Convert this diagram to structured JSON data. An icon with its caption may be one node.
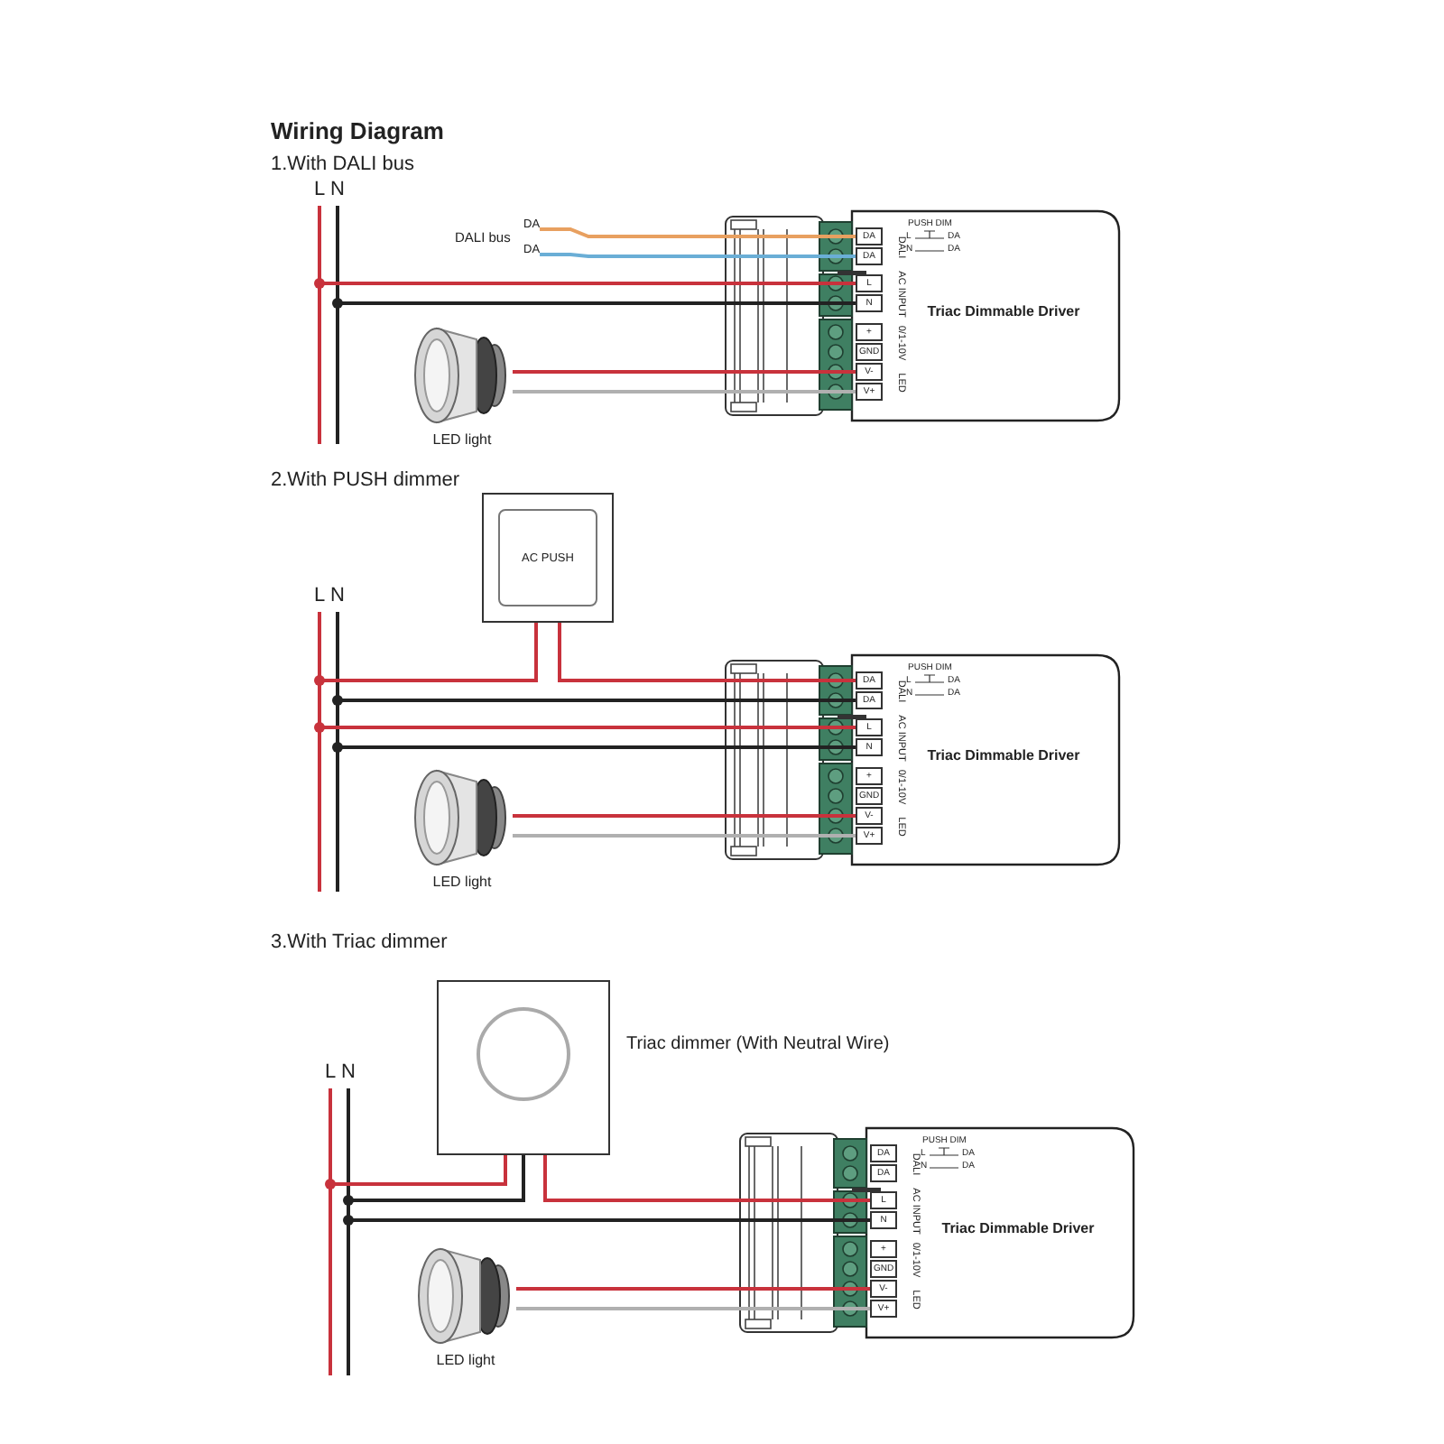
{
  "diagram": {
    "title": "Wiring Diagram",
    "nodes": [
      {
        "text": [
          "L"
        ]
      },
      {
        "text": [
          "N"
        ]
      },
      {
        "text": [
          "DA"
        ]
      },
      {
        "text": [
          "DA"
        ]
      },
      {
        "text": [
          "Triac Dimmable Driver",
          "DALI",
          "AC INPUT",
          "0/1-10V",
          "LED",
          "PUSH DIM",
          "L",
          "N",
          "DA",
          "DA"
        ]
      },
      {
        "text": [
          "DA"
        ],
        "in": 4
      },
      {
        "text": [
          "DA"
        ],
        "in": 4
      },
      {
        "text": [
          "L"
        ],
        "in": 4
      },
      {
        "text": [
          "N"
        ],
        "in": 4
      },
      {
        "text": [
          "+"
        ],
        "in": 4
      },
      {
        "text": [
          "GND"
        ],
        "in": 4
      },
      {
        "text": [
          "V-"
        ],
        "in": 4
      },
      {
        "text": [
          "V+"
        ],
        "in": 4
      },
      {
        "text": [],
        "shape": "picture",
        "beside": [
          "LED light"
        ]
      },
      {
        "text": [
          "AC PUSH"
        ]
      },
      {
        "text": [
          "L"
        ]
      },
      {
        "text": [
          "N"
        ]
      },
      {
        "text": [
          "Triac Dimmable Driver",
          "DALI",
          "AC INPUT",
          "0/1-10V",
          "LED",
          "PUSH DIM",
          "L",
          "N",
          "DA",
          "DA"
        ]
      },
      {
        "text": [
          "DA"
        ],
        "in": 17
      },
      {
        "text": [
          "DA"
        ],
        "in": 17
      },
      {
        "text": [
          "L"
        ],
        "in": 17
      },
      {
        "text": [
          "N"
        ],
        "in": 17
      },
      {
        "text": [
          "+"
        ],
        "in": 17
      },
      {
        "text": [
          "GND"
        ],
        "in": 17
      },
      {
        "text": [
          "V-"
        ],
        "in": 17
      },
      {
        "text": [
          "V+"
        ],
        "in": 17
      },
      {
        "text": [],
        "shape": "picture",
        "beside": [
          "LED light"
        ]
      },
      {
        "text": [],
        "shape": "box",
        "beside": [
          "Triac dimmer (With Neutral Wire)"
        ]
      },
      {
        "text": [
          "L"
        ]
      },
      {
        "text": [
          "N"
        ]
      },
      {
        "text": [
          "Triac Dimmable Driver",
          "DALI",
          "AC INPUT",
          "0/1-10V",
          "LED",
          "PUSH DIM",
          "L",
          "N",
          "DA",
          "DA"
        ]
      },
      {
        "text": [
          "DA"
        ],
        "in": 30
      },
      {
        "text": [
          "DA"
        ],
        "in": 30
      },
      {
        "text": [
          "L"
        ],
        "in": 30
      },
      {
        "text": [
          "N"
        ],
        "in": 30
      },
      {
        "text": [
          "+"
        ],
        "in": 30
      },
      {
        "text": [
          "GND"
        ],
        "in": 30
      },
      {
        "text": [
          "V-"
        ],
        "in": 30
      },
      {
        "text": [
          "V+"
        ],
        "in": 30
      },
      {
        "text": [],
        "shape": "picture",
        "beside": [
          "LED light"
        ]
      }
    ],
    "edges": [
      {
        "from": 2,
        "to": 5,
        "arrow": "none",
        "color": "#e8a060"
      },
      {
        "from": 3,
        "to": 6,
        "arrow": "none",
        "color": "#6aaed6"
      },
      {
        "from": 0,
        "to": 7,
        "arrow": "other"
      },
      {
        "from": 1,
        "to": 8,
        "arrow": "other",
        "color": "#222222"
      },
      {
        "from": 13,
        "to": 11,
        "arrow": "none"
      },
      {
        "from": 13,
        "to": 12,
        "arrow": "none",
        "color": "#b0b0b0"
      },
      {
        "from": 15,
        "to": 14,
        "arrow": "other"
      },
      {
        "from": 14,
        "to": 18,
        "arrow": "none"
      },
      {
        "from": 16,
        "to": 19,
        "arrow": "other",
        "color": "#222222"
      },
      {
        "from": 15,
        "to": 20,
        "arrow": "other"
      },
      {
        "from": 16,
        "to": 21,
        "arrow": "other",
        "color": "#222222"
      },
      {
        "from": 26,
        "to": 24,
        "arrow": "none"
      },
      {
        "from": 26,
        "to": 25,
        "arrow": "none",
        "color": "#b0b0b0"
      },
      {
        "from": 28,
        "to": 27,
        "arrow": "other"
      },
      {
        "from": 29,
        "to": 27,
        "arrow": "other",
        "color": "#222222"
      },
      {
        "from": 27,
        "to": 32,
        "arrow": "none"
      },
      {
        "from": 29,
        "to": 33,
        "arrow": "other",
        "color": "#222222"
      },
      {
        "from": 39,
        "to": 37,
        "arrow": "none"
      },
      {
        "from": 39,
        "to": 38,
        "arrow": "none",
        "color": "#b0b0b0"
      }
    ],
    "labels": [
      "1.With DALI bus",
      "DALI bus",
      "2.With PUSH dimmer",
      "3.With Triac dimmer"
    ]
  }
}
